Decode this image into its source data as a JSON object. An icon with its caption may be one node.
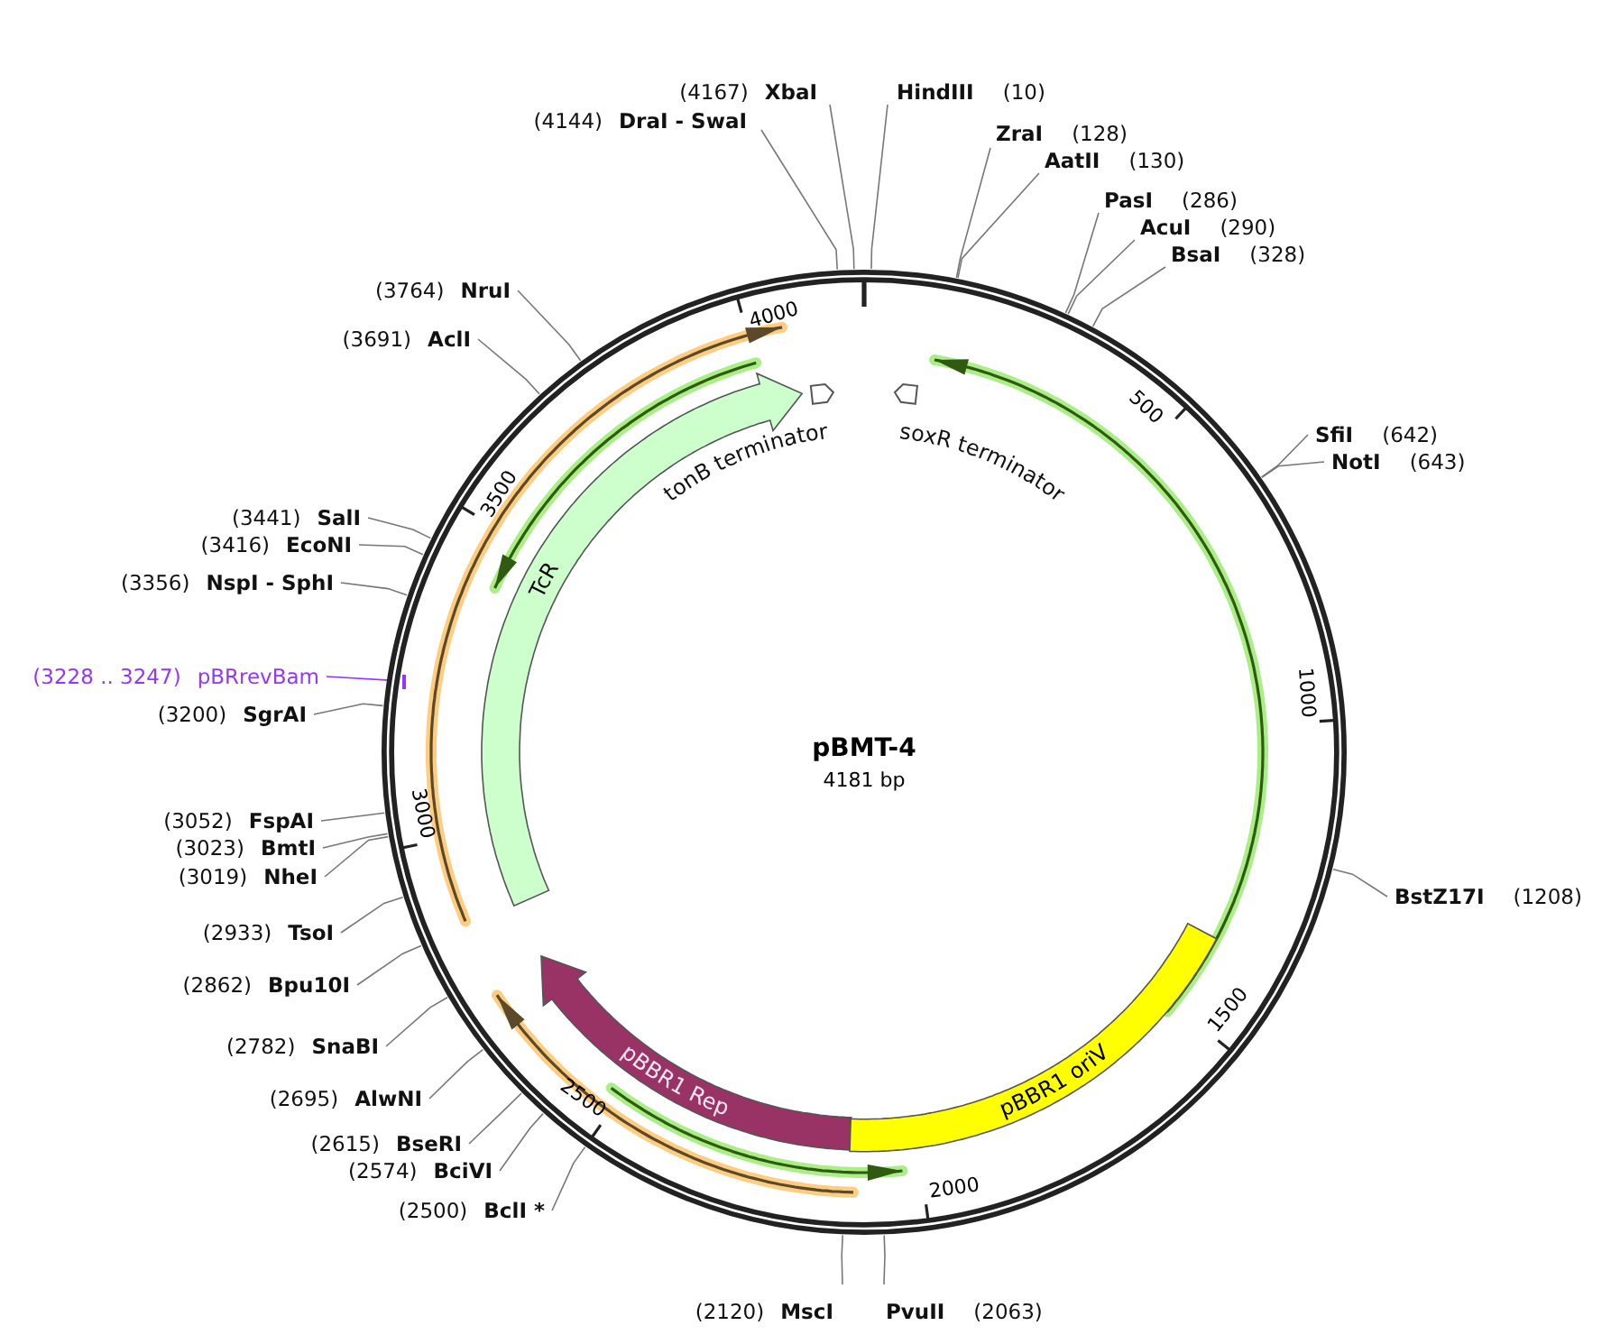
{
  "diagram": {
    "nodes": [
      {
        "text": [
          "pBMT-4",
          "4181 bp"
        ]
      },
      {
        "text": [
          "TcR"
        ],
        "in": 0
      },
      {
        "text": [
          "tonB terminator"
        ],
        "in": 0
      },
      {
        "text": [
          "soxR terminator"
        ],
        "in": 0
      },
      {
        "text": [
          "pBBR1 Rep"
        ],
        "in": 0
      },
      {
        "text": [
          "pBBR1 oriV"
        ],
        "in": 0
      },
      {
        "text": [],
        "shape": "bar",
        "in": 0
      },
      {
        "text": [
          "(4167)",
          "XbaI"
        ]
      },
      {
        "text": [
          "HindIII",
          "(10)"
        ]
      },
      {
        "text": [
          "(4144)",
          "DraI - SwaI"
        ]
      },
      {
        "text": [
          "ZraI",
          "(128)"
        ]
      },
      {
        "text": [
          "AatII",
          "(130)"
        ]
      },
      {
        "text": [
          "PasI",
          "(286)"
        ]
      },
      {
        "text": [
          "AcuI",
          "(290)"
        ]
      },
      {
        "text": [
          "BsaI",
          "(328)"
        ]
      },
      {
        "text": [
          "(3764)",
          "NruI"
        ]
      },
      {
        "text": [
          "(3691)",
          "AclI"
        ]
      },
      {
        "text": [
          "SfiI",
          "(642)"
        ]
      },
      {
        "text": [
          "NotI",
          "(643)"
        ]
      },
      {
        "text": [
          "(3441)",
          "SalI"
        ]
      },
      {
        "text": [
          "(3416)",
          "EcoNI"
        ]
      },
      {
        "text": [
          "(3356)",
          "NspI - SphI"
        ]
      },
      {
        "text": [
          "(3228 .. 3247)",
          "pBRrevBam"
        ]
      },
      {
        "text": [
          "(3200)",
          "SgrAI"
        ]
      },
      {
        "text": [
          "(3052)",
          "FspAI"
        ]
      },
      {
        "text": [
          "(3023)",
          "BmtI"
        ]
      },
      {
        "text": [
          "(3019)",
          "NheI"
        ]
      },
      {
        "text": [
          "BstZ17I",
          "(1208)"
        ]
      },
      {
        "text": [
          "(2933)",
          "TsoI"
        ]
      },
      {
        "text": [
          "(2862)",
          "Bpu10I"
        ]
      },
      {
        "text": [
          "(2782)",
          "SnaBI"
        ]
      },
      {
        "text": [
          "(2695)",
          "AlwNI"
        ]
      },
      {
        "text": [
          "(2615)",
          "BseRI"
        ]
      },
      {
        "text": [
          "(2574)",
          "BciVI"
        ]
      },
      {
        "text": [
          "(2500)",
          "BclI *"
        ]
      },
      {
        "text": [
          "(2120)",
          "MscI"
        ]
      },
      {
        "text": [
          "PvuII",
          "(2063)"
        ]
      }
    ],
    "edges": [
      {
        "from": 7,
        "to": 0,
        "arrow": "none"
      },
      {
        "from": 8,
        "to": 0,
        "arrow": "none"
      },
      {
        "from": 9,
        "to": 0,
        "arrow": "none"
      },
      {
        "from": 10,
        "to": 0,
        "arrow": "none"
      },
      {
        "from": 11,
        "to": 0,
        "arrow": "none"
      },
      {
        "from": 12,
        "to": 0,
        "arrow": "none"
      },
      {
        "from": 13,
        "to": 0,
        "arrow": "none"
      },
      {
        "from": 14,
        "to": 0,
        "arrow": "none"
      },
      {
        "from": 15,
        "to": 0,
        "arrow": "none"
      },
      {
        "from": 16,
        "to": 0,
        "arrow": "none"
      },
      {
        "from": 17,
        "to": 0,
        "arrow": "none"
      },
      {
        "from": 18,
        "to": 0,
        "arrow": "none"
      },
      {
        "from": 19,
        "to": 0,
        "arrow": "none"
      },
      {
        "from": 20,
        "to": 0,
        "arrow": "none"
      },
      {
        "from": 21,
        "to": 0,
        "arrow": "none"
      },
      {
        "from": 22,
        "to": 6,
        "arrow": "none",
        "color": "#9933ff"
      },
      {
        "from": 23,
        "to": 0,
        "arrow": "none"
      },
      {
        "from": 24,
        "to": 0,
        "arrow": "none"
      },
      {
        "from": 25,
        "to": 0,
        "arrow": "none"
      },
      {
        "from": 26,
        "to": 0,
        "arrow": "none"
      },
      {
        "from": 27,
        "to": 0,
        "arrow": "none"
      },
      {
        "from": 28,
        "to": 0,
        "arrow": "none"
      },
      {
        "from": 29,
        "to": 0,
        "arrow": "none"
      },
      {
        "from": 30,
        "to": 0,
        "arrow": "none"
      },
      {
        "from": 31,
        "to": 0,
        "arrow": "none"
      },
      {
        "from": 32,
        "to": 0,
        "arrow": "none"
      },
      {
        "from": 33,
        "to": 0,
        "arrow": "none"
      },
      {
        "from": 34,
        "to": 0,
        "arrow": "none"
      },
      {
        "from": 35,
        "to": 0,
        "arrow": "none"
      },
      {
        "from": 36,
        "to": 0,
        "arrow": "none"
      }
    ],
    "labels": [
      "500",
      "1000",
      "1500",
      "2000",
      "2500",
      "3000",
      "3500",
      "4000"
    ]
  }
}
